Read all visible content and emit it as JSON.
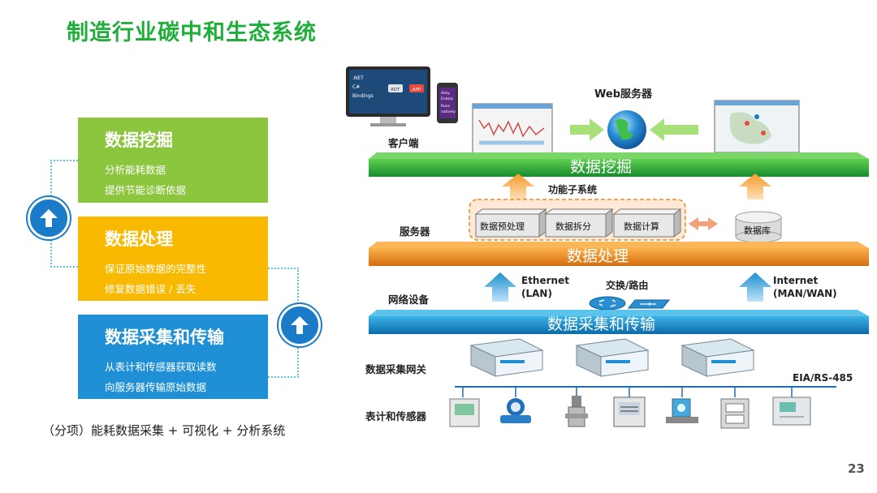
{
  "page": {
    "title": "制造行业碳中和生态系统",
    "page_number": "23",
    "note": "（分项）能耗数据采集 + 可视化 + 分析系统"
  },
  "layers": [
    {
      "title": "数据挖掘",
      "lines": [
        "分析能耗数据",
        "提供节能诊断依据"
      ],
      "color": "#8cc63f"
    },
    {
      "title": "数据处理",
      "lines": [
        "保证原始数据的完整性",
        "修复数据错误 / 丢失"
      ],
      "color": "#f8b900"
    },
    {
      "title": "数据采集和传输",
      "lines": [
        "从表计和传感器获取读数",
        "向服务器传输原始数据"
      ],
      "color": "#1f8fd6"
    }
  ],
  "diagram": {
    "row_labels": {
      "client": "客户端",
      "server": "服务器",
      "network": "网络设备",
      "gateway": "数据采集网关",
      "meters": "表计和传感器"
    },
    "web_server": "Web服务器",
    "function_subsystem": "功能子系统",
    "modules": [
      "数据预处理",
      "数据拆分",
      "数据计算"
    ],
    "database": "数据库",
    "platform_labels": {
      "green": "数据挖掘",
      "orange": "数据处理",
      "blue": "数据采集和传输"
    },
    "ethernet": [
      "Ethernet",
      "(LAN)"
    ],
    "internet": [
      "Internet",
      "(MAN/WAN)"
    ],
    "switch_router": "交换/路由",
    "bus": "EIA/RS-485",
    "monitor_lines": [
      ".NET",
      "C#",
      "Bindings"
    ],
    "monitor_adt": "ADT",
    "monitor_app": ".APP",
    "phone_lines": [
      "Alloy",
      "Enterp",
      "Runs",
      "natively"
    ]
  },
  "colors": {
    "green": "#1fae3a",
    "orange": "#f08a1c",
    "blue": "#0e7fc0",
    "arrow": "#f7a13a",
    "arrow_blue": "#1d8fd0"
  }
}
